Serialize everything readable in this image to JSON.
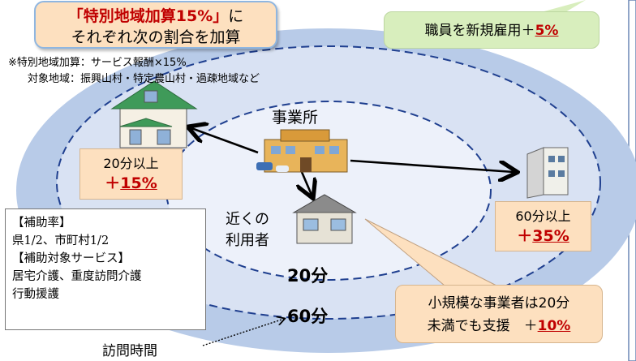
{
  "title_box": {
    "line1_quoted": "「特別地域加算15%」",
    "line1_suffix": "に",
    "line2": "それぞれ次の割合を加算"
  },
  "note": {
    "line1": "※特別地域加算：サービス報酬×15%",
    "line2": "対象地域：振興山村・特定農山村・過疎地域など"
  },
  "hire_box": {
    "text": "職員を新規雇用＋",
    "pct": "5%"
  },
  "office_label": "事業所",
  "near_user": {
    "line1": "近くの",
    "line2": "利用者"
  },
  "box_20": {
    "line1": "20分以上",
    "plus": "＋",
    "pct": "15%"
  },
  "box_60": {
    "line1": "60分以上",
    "plus": "＋",
    "pct": "35%"
  },
  "ring_inner_label": "20分",
  "ring_outer_label": "60分",
  "subsidy": {
    "l1": "【補助率】",
    "l2": "県1/2、市町村1/2",
    "l3": "【補助対象サービス】",
    "l4": "居宅介護、重度訪問介護",
    "l5": "行動援護"
  },
  "small_biz": {
    "line1": "小規模な事業者は20分",
    "line2_prefix": "未満でも支援　＋",
    "pct": "10%"
  },
  "visit_time_label": "訪問時間",
  "colors": {
    "outer_blue": "#b8cbe8",
    "inner_fill": "#e9eef9",
    "orange": "#fde0bf",
    "green": "#d8eebd",
    "red": "#c00000"
  }
}
